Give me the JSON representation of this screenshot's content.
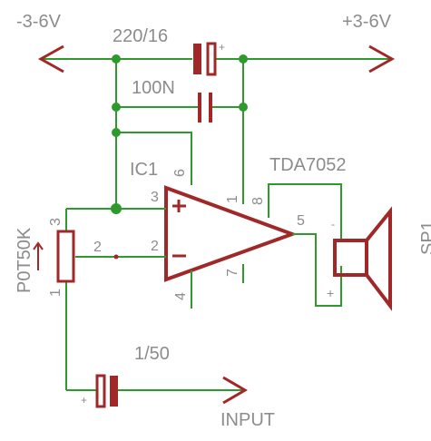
{
  "colors": {
    "wire": "#2e9a2e",
    "component": "#a02828",
    "label": "#8c8c8c",
    "dot": "#2e9a2e"
  },
  "labels": {
    "neg_supply": "-3-6V",
    "pos_supply": "+3-6V",
    "c1_value": "220/16",
    "c2_value": "100N",
    "ic_ref": "IC1",
    "ic_part": "TDA7052",
    "pot_ref": "P0T50K",
    "speaker_ref": "SP1",
    "c3_value": "1/50",
    "input": "INPUT",
    "plus_sign": "+",
    "minus_sign": "-"
  },
  "pins": {
    "ic_3": "3",
    "ic_2": "2",
    "ic_6": "6",
    "ic_1": "1",
    "ic_8": "8",
    "ic_7": "7",
    "ic_4": "4",
    "ic_5": "5",
    "pot_3": "3",
    "pot_2": "2",
    "pot_1": "1"
  }
}
